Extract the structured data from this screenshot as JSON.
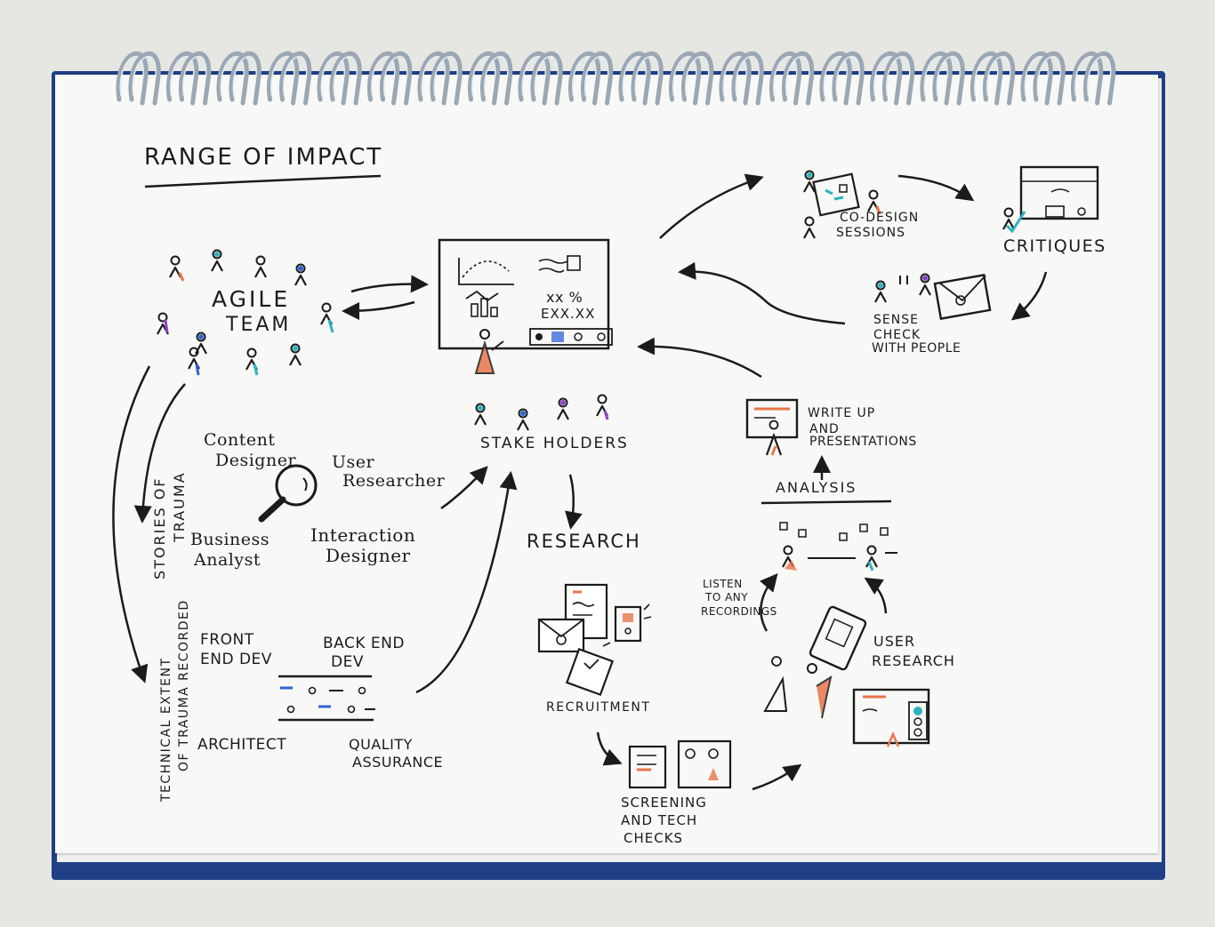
{
  "title": "Range of Impact",
  "agile": {
    "title_line1": "Agile",
    "title_line2": "Team",
    "content_designer_1": "Content",
    "content_designer_2": "Designer",
    "user_researcher_1": "User",
    "user_researcher_2": "Researcher",
    "business_analyst_1": "Business",
    "business_analyst_2": "Analyst",
    "interaction_designer_1": "Interaction",
    "interaction_designer_2": "Designer",
    "stories_1": "Stories of",
    "stories_2": "Trauma",
    "technical_1": "Technical extent",
    "technical_2": "of trauma recorded",
    "front_end_1": "Front",
    "front_end_2": "End Dev",
    "back_end_1": "Back End",
    "back_end_2": "Dev",
    "architect": "Architect",
    "qa_1": "Quality",
    "qa_2": "Assurance"
  },
  "dashboard": {
    "stat_1": "xx %",
    "stat_2": "Exx.xx"
  },
  "stakeholders": "Stake holders",
  "research": {
    "title": "Research",
    "recruitment": "Recruitment",
    "screening_1": "Screening",
    "screening_2": "and Tech",
    "screening_3": "Checks",
    "user_research_1": "User",
    "user_research_2": "Research",
    "listen_1": "Listen",
    "listen_2": "to any",
    "listen_3": "recordings",
    "analysis": "Analysis",
    "write_up_1": "Write up",
    "write_up_2": "and",
    "write_up_3": "presentations"
  },
  "feedback": {
    "codesign_1": "Co-design",
    "codesign_2": "sessions",
    "critiques": "Critiques",
    "sense_1": "Sense",
    "sense_2": "check",
    "sense_3": "with people"
  },
  "colors": {
    "ink": "#1b1b1b",
    "teal": "#2bb3c0",
    "orange": "#e8764a",
    "purple": "#8a44c8",
    "blue": "#2f63d6",
    "cover": "#1f3f86",
    "paper": "#f8f8f6"
  }
}
